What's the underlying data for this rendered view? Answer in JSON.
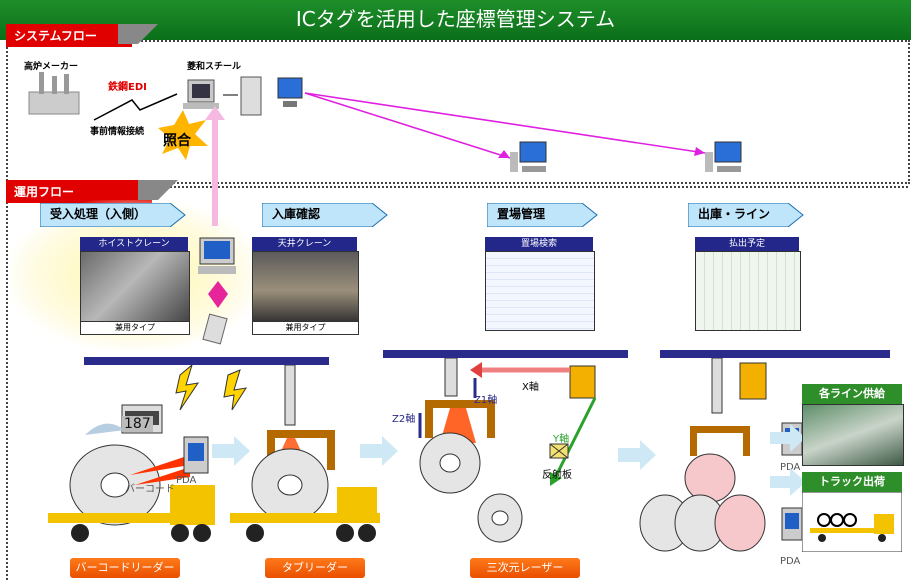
{
  "title": "ICタグを活用した座標管理システム",
  "tabs": {
    "system_flow": "システムフロー",
    "ops_flow": "運用フロー"
  },
  "system": {
    "blast_furnace": "高炉メーカー",
    "edi": "鉄鋼EDI",
    "company": "菱和スチール",
    "pre_info": "事前情報接続",
    "match": "照合"
  },
  "stages": [
    {
      "label": "受入処理（入側）"
    },
    {
      "label": "入庫確認"
    },
    {
      "label": "置場管理"
    },
    {
      "label": "出庫・ライン"
    }
  ],
  "panels": {
    "hoist": "ホイストクレーン",
    "ceiling": "天井クレーン",
    "yard_search": "置場検索",
    "dispatch": "払出予定",
    "type1": "兼用タイプ",
    "type2": "兼用タイプ"
  },
  "bottom_labels": {
    "barcode_reader": "バーコードリーダー",
    "tag_reader": "タブリーダー",
    "laser": "三次元レーザー"
  },
  "misc": {
    "barcode": "バーコード",
    "pda": "PDA",
    "x_axis": "X軸",
    "y_axis": "Y軸",
    "z1_axis": "Z1軸",
    "z2_axis": "Z2軸",
    "reflector": "反射板",
    "line_supply": "各ライン供給",
    "truck_ship": "トラック出荷",
    "pda2": "PDA",
    "pda3": "PDA",
    "display_num": "187"
  },
  "colors": {
    "accent_red": "#e00000",
    "green": "#1f8f2a",
    "orange": "#e94f00",
    "navy": "#24278a",
    "magenta": "#e020e0"
  }
}
